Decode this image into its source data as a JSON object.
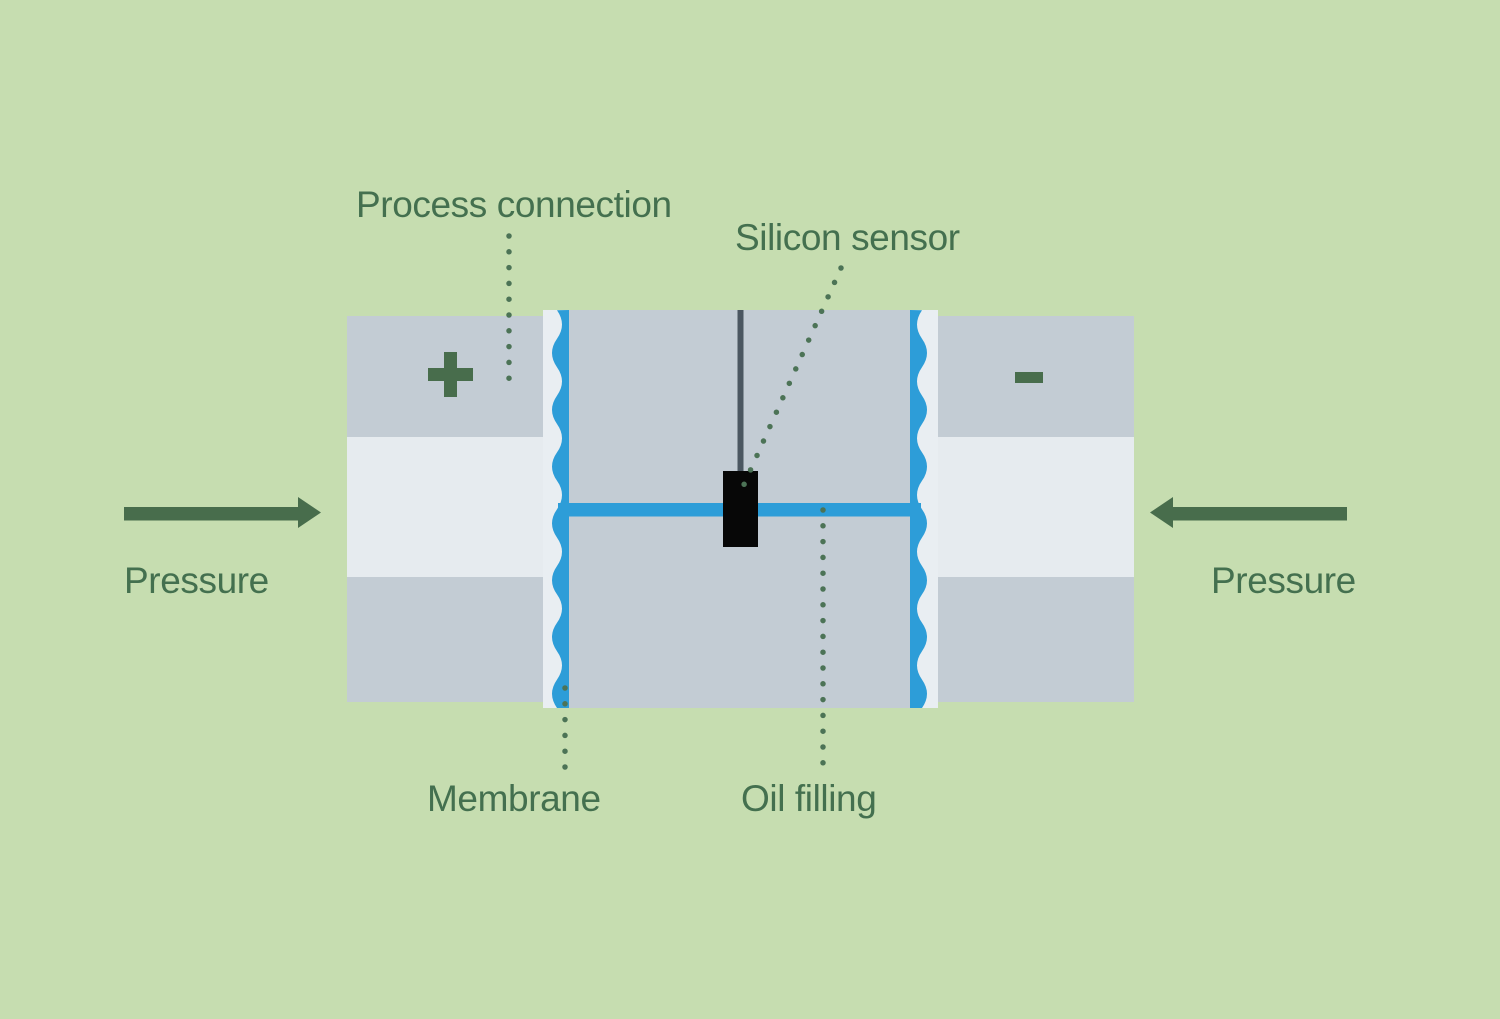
{
  "diagram": {
    "subject": "differential-pressure-sensor-cross-section",
    "annotations": {
      "process_connection": "Process connection",
      "silicon_sensor": "Silicon sensor",
      "membrane": "Membrane",
      "oil_filling": "Oil filling"
    },
    "pressure": {
      "left_label": "Pressure",
      "right_label": "Pressure"
    },
    "polarity": {
      "positive": "+",
      "negative": "−"
    },
    "icons": {
      "left_arrow": "arrow-right-icon",
      "right_arrow": "arrow-left-icon"
    }
  },
  "colors": {
    "background": "#c6ddb0",
    "text_green": "#44704f",
    "symbol_green": "#486d4c",
    "leader_green": "#4c7356",
    "block_gray": "#c3ccd4",
    "channel_light": "#e6ebef",
    "membrane_strip": "#e9eef2",
    "oil_blue": "#2d9dd8",
    "wire_gray": "#4b5761",
    "sensor_black": "#070707"
  }
}
